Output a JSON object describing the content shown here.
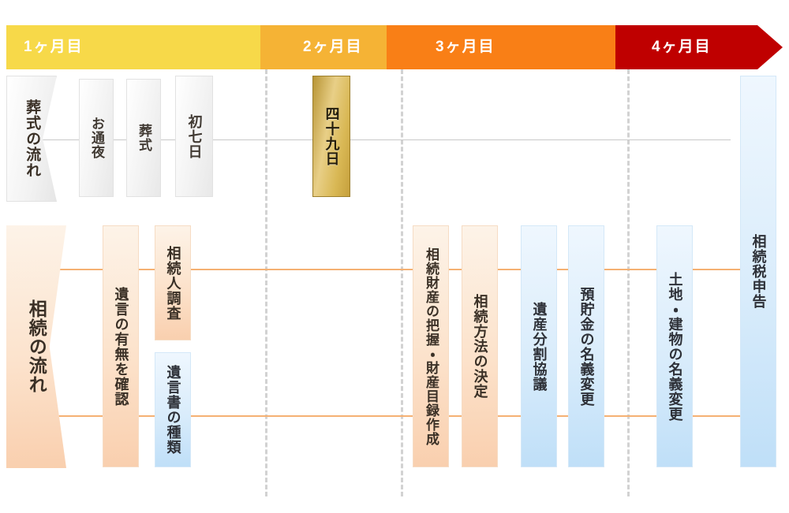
{
  "colors": {
    "phase1": "#f7d949",
    "phase2": "#f5b335",
    "phase3": "#f97f16",
    "phase4": "#bf0000",
    "rail": "#f5b173",
    "dash": "#d2d2d2",
    "gold": "#d9b855",
    "peach": "#f9cfae",
    "blue": "#bfdff8",
    "gray": "#e8e8e8",
    "text": "#3a3026"
  },
  "header": {
    "phases": [
      {
        "label": "1ヶ月目",
        "color": "#f7d949"
      },
      {
        "label": "2ヶ月目",
        "color": "#f5b335"
      },
      {
        "label": "3ヶ月目",
        "color": "#f97f16"
      },
      {
        "label": "4ヶ月目",
        "color": "#bf0000"
      }
    ]
  },
  "funeral_track": {
    "tag": "葬式の流れ",
    "steps": [
      {
        "label": "お通夜",
        "style": "gray"
      },
      {
        "label": "葬式",
        "style": "gray"
      },
      {
        "label": "初七日",
        "style": "gray"
      },
      {
        "label": "四十九日",
        "style": "gold"
      }
    ]
  },
  "inheritance_track": {
    "tag": "相続の流れ",
    "steps": [
      {
        "label": "遺言の有無を確認",
        "style": "peach"
      },
      {
        "label": "相続人調査",
        "style": "peach"
      },
      {
        "label": "遺言書の種類",
        "style": "blue"
      },
      {
        "label": "相続財産の把握・財産目録作成",
        "style": "peach"
      },
      {
        "label": "相続方法の決定",
        "style": "peach"
      },
      {
        "label": "遺産分割協議",
        "style": "blue"
      },
      {
        "label": "預貯金の名義変更",
        "style": "blue"
      },
      {
        "label": "土地・建物の名義変更",
        "style": "blue"
      },
      {
        "label": "相続税申告",
        "style": "blue"
      }
    ]
  }
}
